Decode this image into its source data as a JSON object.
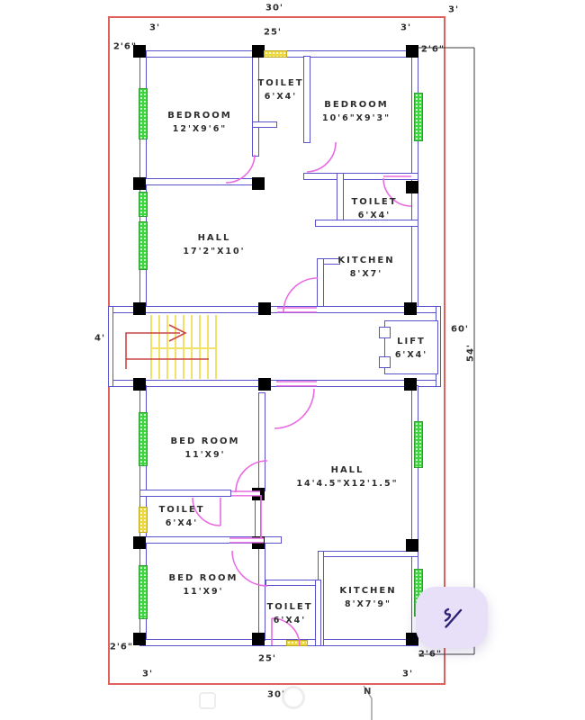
{
  "colors": {
    "boundary_red": "#e0605c",
    "wall_blue": "#5a52cb",
    "column_black": "#000000",
    "window_green": "#3ed63e",
    "window_yellow": "#ecd93f",
    "door_magenta": "#ea6ae2",
    "stair_yellow": "#f2e168",
    "arrow_red": "#cc4545",
    "fab_bg": "#e8e0f8",
    "fab_icon": "#2e2475"
  },
  "rooms": [
    {
      "name": "BEDROOM",
      "size": "12'X9'6\""
    },
    {
      "name": "TOILET",
      "size": "6'X4'"
    },
    {
      "name": "BEDROOM",
      "size": "10'6\"X9'3\""
    },
    {
      "name": "TOILET",
      "size": "6'X4'"
    },
    {
      "name": "HALL",
      "size": "17'2\"X10'"
    },
    {
      "name": "KITCHEN",
      "size": "8'X7'"
    },
    {
      "name": "LIFT",
      "size": "6'X4'"
    },
    {
      "name": "BED ROOM",
      "size": "11'X9'"
    },
    {
      "name": "HALL",
      "size": "14'4.5\"X12'1.5\""
    },
    {
      "name": "TOILET",
      "size": "6'X4'"
    },
    {
      "name": "BED ROOM",
      "size": "11'X9'"
    },
    {
      "name": "TOILET",
      "size": "6'X4'"
    },
    {
      "name": "KITCHEN",
      "size": "8'X7'9\""
    }
  ],
  "dims": {
    "top_overall": "30'",
    "top_right_offset": "3'",
    "top_left_setback": "3'",
    "top_span": "25'",
    "top_right_setback": "3'",
    "wall_tl": "2'6\"",
    "wall_tr": "2'6\"",
    "stair_width": "4'",
    "side_overall": "60'",
    "side_inner": "54'",
    "wall_bl": "2'6\"",
    "wall_br": "2'6\"",
    "bottom_span": "25'",
    "bottom_left_setback": "3'",
    "bottom_right_setback": "3'",
    "bottom_overall": "30'",
    "north": "N"
  }
}
